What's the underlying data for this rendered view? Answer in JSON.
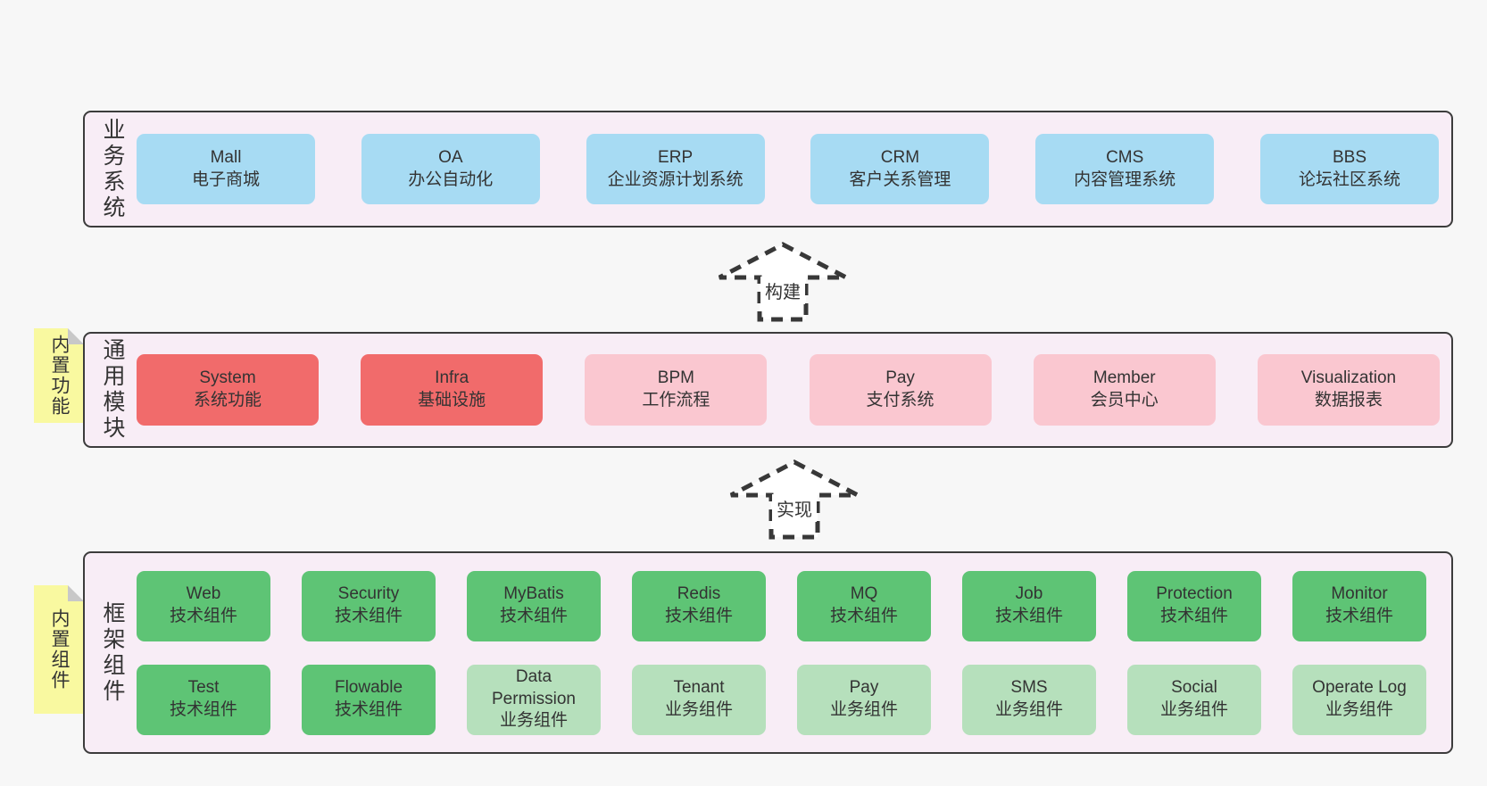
{
  "colors": {
    "page_bg": "#f7f7f7",
    "layer_bg": "#f8edf6",
    "layer_border": "#3c3c3c",
    "blue": "#a7dbf3",
    "red": "#f16b6b",
    "pink": "#fac7d0",
    "green": "#5ec475",
    "light_green": "#b6e0bc",
    "note_yellow": "#f9f9a0",
    "note_fold": "#c8c8c8",
    "text": "#333333",
    "arrow_stroke": "#383838"
  },
  "arrows": [
    {
      "label": "构建",
      "direction": "up"
    },
    {
      "label": "实现",
      "direction": "up"
    }
  ],
  "layers": [
    {
      "title": "业务系统",
      "rows": [
        [
          {
            "en": "Mall",
            "zh": "电子商城",
            "color": "blue"
          },
          {
            "en": "OA",
            "zh": "办公自动化",
            "color": "blue"
          },
          {
            "en": "ERP",
            "zh": "企业资源计划系统",
            "color": "blue"
          },
          {
            "en": "CRM",
            "zh": "客户关系管理",
            "color": "blue"
          },
          {
            "en": "CMS",
            "zh": "内容管理系统",
            "color": "blue"
          },
          {
            "en": "BBS",
            "zh": "论坛社区系统",
            "color": "blue"
          }
        ]
      ]
    },
    {
      "title": "通用模块",
      "note": "内置功能",
      "rows": [
        [
          {
            "en": "System",
            "zh": "系统功能",
            "color": "red"
          },
          {
            "en": "Infra",
            "zh": "基础设施",
            "color": "red"
          },
          {
            "en": "BPM",
            "zh": "工作流程",
            "color": "pink"
          },
          {
            "en": "Pay",
            "zh": "支付系统",
            "color": "pink"
          },
          {
            "en": "Member",
            "zh": "会员中心",
            "color": "pink"
          },
          {
            "en": "Visualization",
            "zh": "数据报表",
            "color": "pink"
          }
        ]
      ]
    },
    {
      "title": "框架组件",
      "note": "内置组件",
      "rows": [
        [
          {
            "en": "Web",
            "zh": "技术组件",
            "color": "green"
          },
          {
            "en": "Security",
            "zh": "技术组件",
            "color": "green"
          },
          {
            "en": "MyBatis",
            "zh": "技术组件",
            "color": "green"
          },
          {
            "en": "Redis",
            "zh": "技术组件",
            "color": "green"
          },
          {
            "en": "MQ",
            "zh": "技术组件",
            "color": "green"
          },
          {
            "en": "Job",
            "zh": "技术组件",
            "color": "green"
          },
          {
            "en": "Protection",
            "zh": "技术组件",
            "color": "green"
          },
          {
            "en": "Monitor",
            "zh": "技术组件",
            "color": "green"
          }
        ],
        [
          {
            "en": "Test",
            "zh": "技术组件",
            "color": "green"
          },
          {
            "en": "Flowable",
            "zh": "技术组件",
            "color": "green"
          },
          {
            "en": "Data Permission",
            "zh": "业务组件",
            "color": "light_green"
          },
          {
            "en": "Tenant",
            "zh": "业务组件",
            "color": "light_green"
          },
          {
            "en": "Pay",
            "zh": "业务组件",
            "color": "light_green"
          },
          {
            "en": "SMS",
            "zh": "业务组件",
            "color": "light_green"
          },
          {
            "en": "Social",
            "zh": "业务组件",
            "color": "light_green"
          },
          {
            "en": "Operate Log",
            "zh": "业务组件",
            "color": "light_green"
          }
        ]
      ]
    }
  ]
}
